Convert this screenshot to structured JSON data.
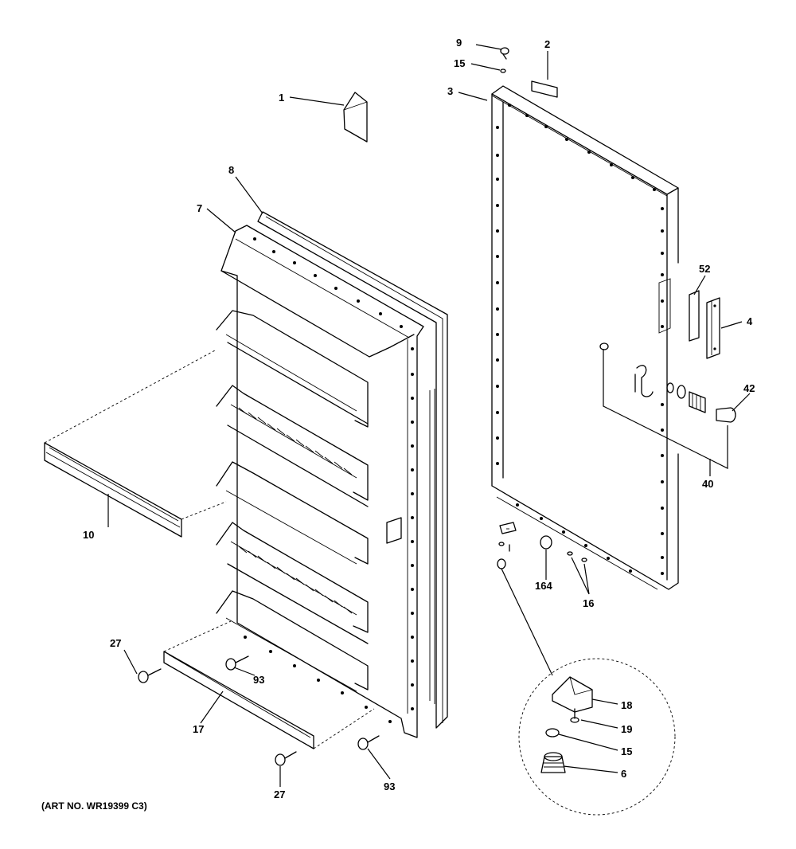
{
  "callouts": {
    "c1": "1",
    "c2": "2",
    "c3": "3",
    "c4": "4",
    "c6": "6",
    "c7": "7",
    "c8": "8",
    "c9": "9",
    "c10": "10",
    "c15a": "15",
    "c15b": "15",
    "c16": "16",
    "c17": "17",
    "c18": "18",
    "c19": "19",
    "c27a": "27",
    "c27b": "27",
    "c40": "40",
    "c42": "42",
    "c52": "52",
    "c93a": "93",
    "c93b": "93",
    "c164": "164"
  },
  "art_number": "(ART NO. WR19399 C3)"
}
